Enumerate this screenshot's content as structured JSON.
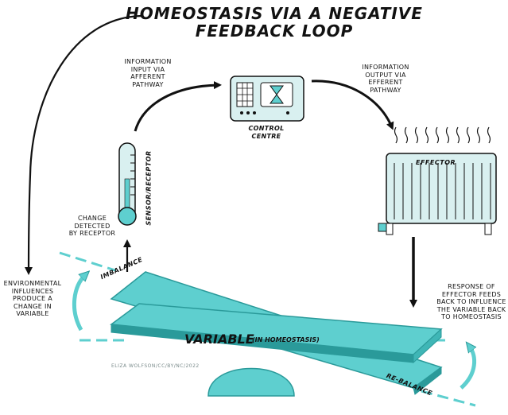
{
  "title": {
    "line1": "HOMEOSTASIS VIA A NEGATIVE",
    "line2": "FEEDBACK LOOP"
  },
  "labels": {
    "info_input": [
      "INFORMATION",
      "INPUT VIA",
      "AFFERENT",
      "PATHWAY"
    ],
    "control_centre": [
      "CONTROL",
      "CENTRE"
    ],
    "info_output": [
      "INFORMATION",
      "OUTPUT VIA",
      "EFFERENT",
      "PATHWAY"
    ],
    "sensor": "SENSOR/RECEPTOR",
    "effector": "EFFECTOR",
    "change_detected": [
      "CHANGE",
      "DETECTED",
      "BY RECEPTOR"
    ],
    "environmental": [
      "ENVIRONMENTAL",
      "INFLUENCES",
      "PRODUCE A",
      "CHANGE IN",
      "VARIABLE"
    ],
    "imbalance": "IMBALANCE",
    "response": [
      "RESPONSE OF",
      "EFFECTOR FEEDS",
      "BACK TO INFLUENCE",
      "THE VARIABLE BACK",
      "TO HOMEOSTASIS"
    ],
    "rebalance": "RE-BALANCE",
    "variable": "VARIABLE",
    "variable_sub": "(IN HOMEOSTASIS)",
    "credit": "ELIZA WOLFSON/CC/BY/NC/2022"
  },
  "colors": {
    "teal": "#5ecfcf",
    "teal_dark": "#2a9a9a",
    "teal_light": "#a8e6e6",
    "panel": "#d9f0f0",
    "ink": "#111111"
  },
  "icons": {
    "control_centre": "control-panel-icon",
    "sensor": "thermometer-icon",
    "effector": "radiator-icon"
  }
}
